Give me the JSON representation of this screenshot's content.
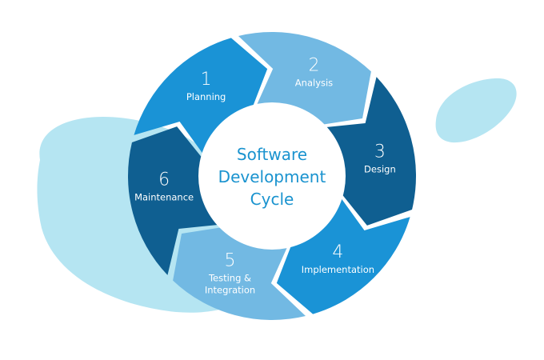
{
  "colors": {
    "blob": "#b5e5f2",
    "dark": "#0f5f91",
    "medium": "#1a93d6",
    "light": "#72b9e3",
    "center_text": "#1a93cf"
  },
  "center": {
    "line1": "Software",
    "line2": "Development",
    "line3": "Cycle"
  },
  "stages": [
    {
      "number": "1",
      "label_lines": [
        "Planning"
      ],
      "color": "#1a93d6"
    },
    {
      "number": "2",
      "label_lines": [
        "Analysis"
      ],
      "color": "#72b9e3"
    },
    {
      "number": "3",
      "label_lines": [
        "Design"
      ],
      "color": "#0f5f91"
    },
    {
      "number": "4",
      "label_lines": [
        "Implementation"
      ],
      "color": "#1a93d6"
    },
    {
      "number": "5",
      "label_lines": [
        "Testing &",
        "Integration"
      ],
      "color": "#72b9e3"
    },
    {
      "number": "6",
      "label_lines": [
        "Maintenance"
      ],
      "color": "#0f5f91"
    }
  ]
}
